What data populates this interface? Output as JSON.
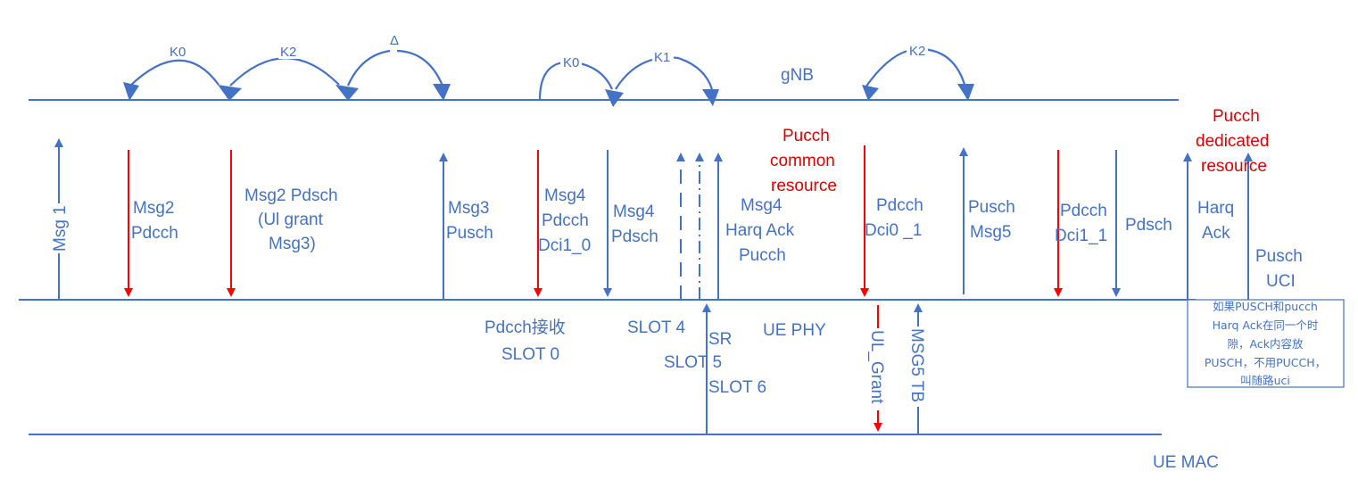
{
  "colors": {
    "line_blue": "#4472c4",
    "arrow_red": "#ff0000",
    "text_red": "#e00000"
  },
  "lanes": {
    "gnb": "gNB",
    "ue_phy": "UE PHY",
    "ue_mac": "UE MAC"
  },
  "timing_arcs": [
    {
      "label": "K0"
    },
    {
      "label": "K2"
    },
    {
      "label": "Δ"
    },
    {
      "label": "K0"
    },
    {
      "label": "K1"
    },
    {
      "label": "K2"
    }
  ],
  "signals": {
    "msg1": "Msg 1",
    "msg2_pdcch": [
      "Msg2",
      "Pdcch"
    ],
    "msg2_pdsch": [
      "Msg2 Pdsch",
      "(Ul grant",
      "Msg3)"
    ],
    "msg3_pusch": [
      "Msg3",
      "Pusch"
    ],
    "msg4_pdcch": [
      "Msg4",
      "Pdcch",
      "Dci1_0"
    ],
    "msg4_pdsch": [
      "Msg4",
      "Pdsch"
    ],
    "msg4_harq": [
      "Msg4",
      "Harq Ack",
      "Pucch"
    ],
    "pucch_common": [
      "Pucch",
      "common",
      "resource"
    ],
    "pdcch_dci0": [
      "Pdcch",
      "Dci0 _1"
    ],
    "pusch_msg5": [
      "Pusch",
      "Msg5"
    ],
    "pdcch_dci1": [
      "Pdcch",
      "Dci1_1"
    ],
    "pdsch": "Pdsch",
    "harq_ack": [
      "Harq",
      "Ack"
    ],
    "pucch_dedicated": [
      "Pucch",
      "dedicated",
      "resource"
    ],
    "pusch_uci": [
      "Pusch",
      "UCI"
    ],
    "sr": "SR",
    "ul_grant": "UL_Grant",
    "msg5_tb": "MSG5 TB"
  },
  "slots": {
    "pdcch_rx": "Pdcch接收",
    "slot0": "SLOT 0",
    "slot4": "SLOT 4",
    "slot5": "SLOT 5",
    "slot6": "SLOT 6"
  },
  "note_box": {
    "lines": [
      "如果PUSCH和pucch",
      "Harq Ack在同一个时",
      "隙，Ack内容放",
      "PUSCH，不用PUCCH，",
      "叫随路uci"
    ]
  }
}
